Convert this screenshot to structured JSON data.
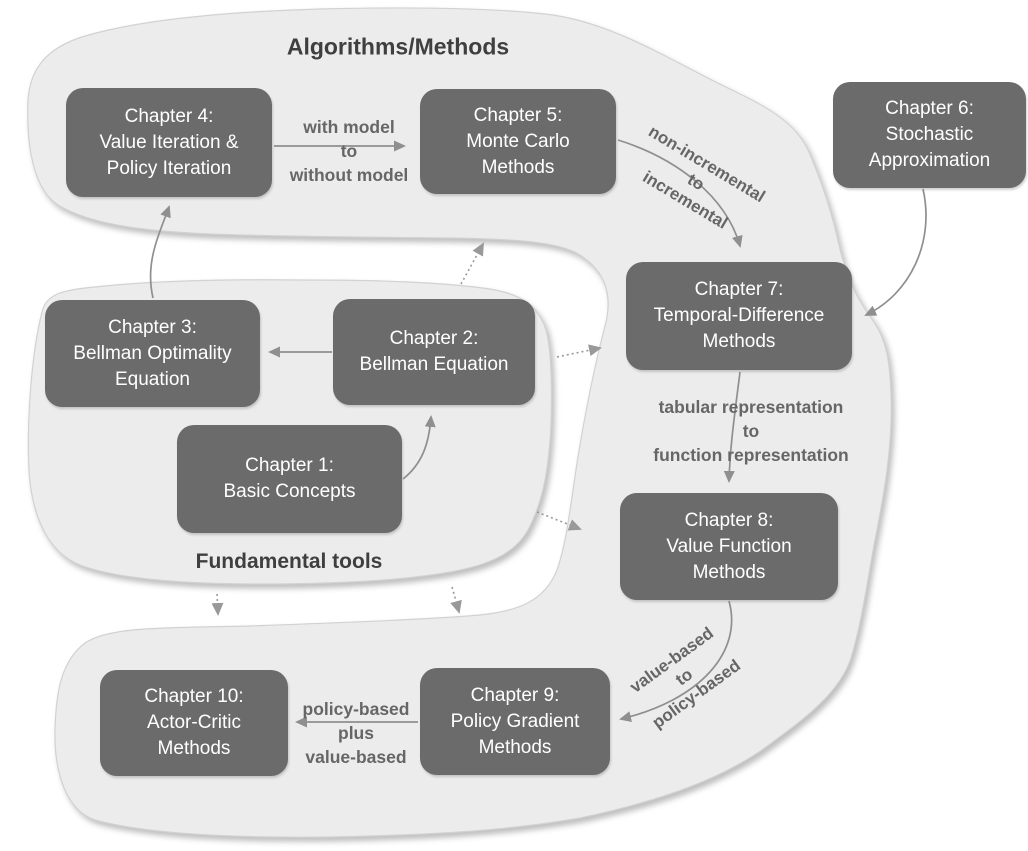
{
  "diagram": {
    "title": "Algorithms/Methods",
    "subtitle": "Fundamental tools"
  },
  "chapters": [
    {
      "id": "ch1",
      "title": "Chapter 1:\nBasic Concepts"
    },
    {
      "id": "ch2",
      "title": "Chapter 2:\nBellman Equation"
    },
    {
      "id": "ch3",
      "title": "Chapter 3:\nBellman Optimality\nEquation"
    },
    {
      "id": "ch4",
      "title": "Chapter 4:\nValue Iteration &\nPolicy Iteration"
    },
    {
      "id": "ch5",
      "title": "Chapter 5:\nMonte Carlo\nMethods"
    },
    {
      "id": "ch6",
      "title": "Chapter 6:\nStochastic\nApproximation"
    },
    {
      "id": "ch7",
      "title": "Chapter 7:\nTemporal-Difference\nMethods"
    },
    {
      "id": "ch8",
      "title": "Chapter 8:\nValue Function\nMethods"
    },
    {
      "id": "ch9",
      "title": "Chapter 9:\nPolicy Gradient\nMethods"
    },
    {
      "id": "ch10",
      "title": "Chapter 10:\nActor-Critic\nMethods"
    }
  ],
  "edges": [
    {
      "from": "ch4",
      "to": "ch5",
      "style": "solid",
      "label": "with model\nto\nwithout model"
    },
    {
      "from": "ch5",
      "to": "ch7",
      "style": "solid",
      "label": "non-incremental\nto\nincremental"
    },
    {
      "from": "ch6",
      "to": "ch7",
      "style": "solid",
      "label": ""
    },
    {
      "from": "ch7",
      "to": "ch8",
      "style": "solid",
      "label": "tabular representation\nto\nfunction representation"
    },
    {
      "from": "ch8",
      "to": "ch9",
      "style": "solid",
      "label": "value-based\nto\npolicy-based"
    },
    {
      "from": "ch9",
      "to": "ch10",
      "style": "solid",
      "label": "policy-based\nplus\nvalue-based"
    },
    {
      "from": "ch2",
      "to": "ch3",
      "style": "solid",
      "label": ""
    },
    {
      "from": "ch1",
      "to": "ch2",
      "style": "solid",
      "label": ""
    },
    {
      "from": "ch3",
      "to": "ch4",
      "style": "solid",
      "label": ""
    },
    {
      "from": "fundamental-tools",
      "to": "algorithms-region",
      "style": "dotted",
      "label": ""
    },
    {
      "from": "fundamental-tools",
      "to": "ch7",
      "style": "dotted",
      "label": ""
    },
    {
      "from": "fundamental-tools",
      "to": "ch8",
      "style": "dotted",
      "label": ""
    },
    {
      "from": "fundamental-tools",
      "to": "ch9",
      "style": "dotted",
      "label": ""
    },
    {
      "from": "fundamental-tools",
      "to": "ch10",
      "style": "dotted",
      "label": ""
    }
  ],
  "colors": {
    "box_fill": "#6b6b6b",
    "box_text": "#ffffff",
    "blob_fill": "#ececec",
    "blob_edge": "#d2d2d2",
    "arrow_color": "#8f8f8f",
    "dotted_arrow_color": "#999999",
    "label_color": "#666666",
    "title_color": "#3f3f3f"
  }
}
